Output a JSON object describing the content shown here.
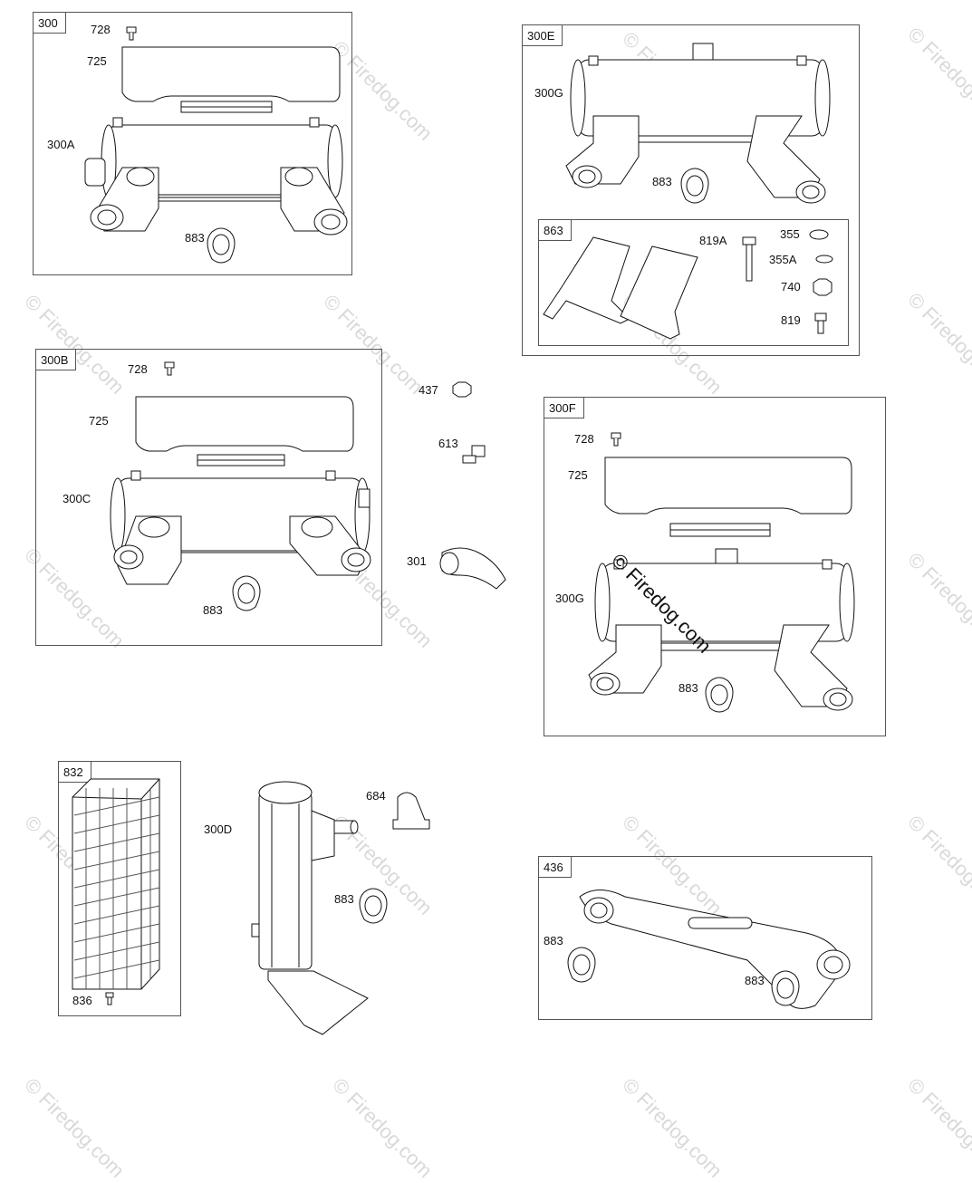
{
  "watermark": "© Firedog.com",
  "panels": {
    "p300": {
      "tag": "300"
    },
    "p300E": {
      "tag": "300E"
    },
    "p863": {
      "tag": "863"
    },
    "p300B": {
      "tag": "300B"
    },
    "p300F": {
      "tag": "300F"
    },
    "p832": {
      "tag": "832"
    },
    "p436": {
      "tag": "436"
    }
  },
  "labels": {
    "l728a": "728",
    "l725a": "725",
    "l300A": "300A",
    "l883a": "883",
    "l300G_e": "300G",
    "l883e": "883",
    "l819A": "819A",
    "l355": "355",
    "l355A": "355A",
    "l740": "740",
    "l819": "819",
    "l728b": "728",
    "l725b": "725",
    "l300C": "300C",
    "l883b": "883",
    "l437": "437",
    "l613": "613",
    "l301": "301",
    "l728f": "728",
    "l725f": "725",
    "l300G_f": "300G",
    "l883f": "883",
    "l836": "836",
    "l300D": "300D",
    "l684": "684",
    "l883d": "883",
    "l883g1": "883",
    "l883g2": "883"
  }
}
